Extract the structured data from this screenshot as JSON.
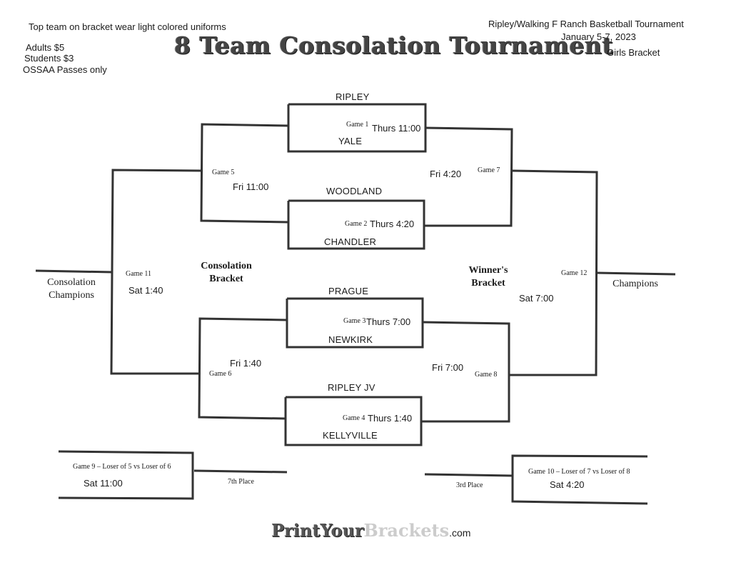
{
  "header": {
    "uniform_note": "Top team on bracket wear light colored uniforms",
    "prices": [
      "Adults $5",
      "Students $3",
      "OSSAA Passes only"
    ],
    "title": "8 Team Consolation Tournament",
    "event_name": "Ripley/Walking F Ranch Basketball Tournament",
    "event_dates": "January 5-7, 2023",
    "bracket_type": "Girls Bracket"
  },
  "teams": [
    "RIPLEY",
    "YALE",
    "WOODLAND",
    "CHANDLER",
    "PRAGUE",
    "NEWKIRK",
    "RIPLEY JV",
    "KELLYVILLE"
  ],
  "games": {
    "g1": {
      "label": "Game 1",
      "time": "Thurs 11:00"
    },
    "g2": {
      "label": "Game 2",
      "time": "Thurs 4:20"
    },
    "g3": {
      "label": "Game 3",
      "time": "Thurs 7:00"
    },
    "g4": {
      "label": "Game 4",
      "time": "Thurs 1:40"
    },
    "g5": {
      "label": "Game 5",
      "time": "Fri 11:00"
    },
    "g6": {
      "label": "Game 6",
      "time": "Fri 1:40"
    },
    "g7": {
      "label": "Game 7",
      "time": "Fri 4:20"
    },
    "g8": {
      "label": "Game 8",
      "time": "Fri 7:00"
    },
    "g9": {
      "label": "Game 9 – Loser of 5 vs Loser of 6",
      "time": "Sat 11:00"
    },
    "g10": {
      "label": "Game 10 – Loser of 7 vs Loser of 8",
      "time": "Sat 4:20"
    },
    "g11": {
      "label": "Game 11",
      "time": "Sat 1:40"
    },
    "g12": {
      "label": "Game 12",
      "time": "Sat 7:00"
    }
  },
  "sections": {
    "consolation_line1": "Consolation",
    "consolation_line2": "Bracket",
    "winners_line1": "Winner's",
    "winners_line2": "Bracket"
  },
  "finals": {
    "consolation_line1": "Consolation",
    "consolation_line2": "Champions",
    "champions": "Champions",
    "seventh": "7th Place",
    "third": "3rd Place"
  },
  "logo": {
    "part1": "PrintYour",
    "part2": "Brackets",
    "suffix": ".com"
  }
}
